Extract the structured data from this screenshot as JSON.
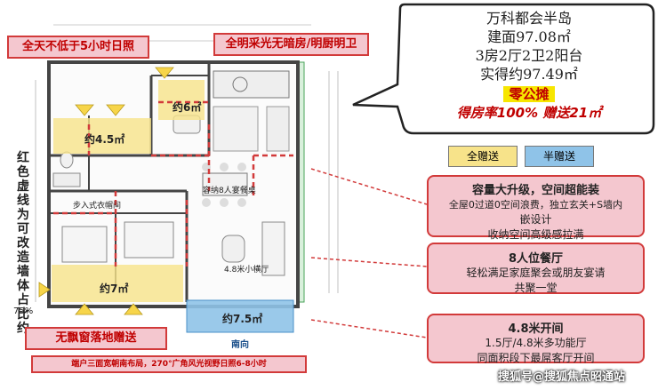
{
  "bubble": {
    "title": "万科都会半岛",
    "area": "建面97.08㎡",
    "layout": "3房2厅2卫2阳台",
    "actual": "实得约97.49㎡",
    "highlight": "零公摊",
    "rate": "得房率100% 赠送21㎡"
  },
  "banners": {
    "sunlight": "全天不低于5小时日照",
    "bright": "全明采光无暗房/明厨明卫",
    "window": "无飘窗落地赠送",
    "bottom": "端户三面宽朝南布局，270°广角风光视野日照6-8小时"
  },
  "legend": {
    "full": "全赠送",
    "half": "半赠送"
  },
  "cards": [
    {
      "title": "容量大升级，空间超能装",
      "lines": [
        "全屋0过道0空间浪费，独立玄关+S墙内",
        "嵌设计",
        "收纳空间高级感拉满"
      ]
    },
    {
      "title": "8人位餐厅",
      "lines": [
        "轻松满足家庭聚会或朋友宴请",
        "共聚一堂"
      ]
    },
    {
      "title": "4.8米开间",
      "lines": [
        "1.5厅/4.8米多功能厅",
        "同面积段下最屌客厅开间"
      ]
    }
  ],
  "plan": {
    "area1": "约6㎡",
    "area2": "约4.5㎡",
    "area3": "约7㎡",
    "area4": "约7.5㎡",
    "dining": "容纳8人宴餐桌",
    "closet": "步入式衣帽间",
    "hall": "4.8米小横厅",
    "south": "南向",
    "vertical": "红色虚线为可改造墙体占比约",
    "percent": "75%"
  },
  "watermark": "搜狐号@搜狐焦点昭通站",
  "colors": {
    "full": "#f7e38a",
    "half": "#8fc3e8",
    "card": "#f4c7cf",
    "red": "#d23a3a"
  }
}
